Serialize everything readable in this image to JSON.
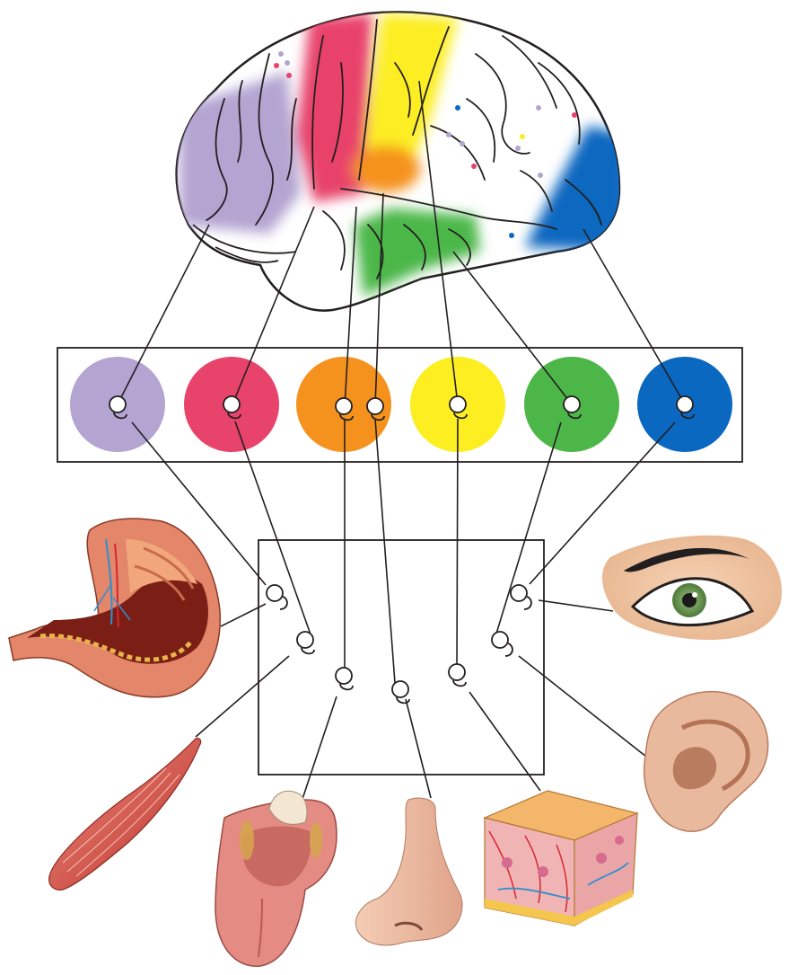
{
  "colors": {
    "prefrontal": "#b3a4d1",
    "motor": "#e8436b",
    "gustatory": "#f5921e",
    "somatosensory": "#fcee21",
    "auditory": "#4cb748",
    "visual": "#0b68c0",
    "outline": "#231f20"
  },
  "circles": [
    {
      "key": "prefrontal",
      "color": "#b3a4d1"
    },
    {
      "key": "motor",
      "color": "#e8436b"
    },
    {
      "key": "gustatory",
      "color": "#f5921e"
    },
    {
      "key": "somatosensory",
      "color": "#fcee21"
    },
    {
      "key": "auditory",
      "color": "#4cb748"
    },
    {
      "key": "visual",
      "color": "#0b68c0"
    }
  ],
  "organs": [
    {
      "key": "stomach",
      "icon": "stomach-icon"
    },
    {
      "key": "muscle",
      "icon": "muscle-icon"
    },
    {
      "key": "tongue",
      "icon": "tongue-icon"
    },
    {
      "key": "nose",
      "icon": "nose-icon"
    },
    {
      "key": "skin",
      "icon": "skin-icon"
    },
    {
      "key": "ear",
      "icon": "ear-icon"
    },
    {
      "key": "eye",
      "icon": "eye-icon"
    }
  ]
}
